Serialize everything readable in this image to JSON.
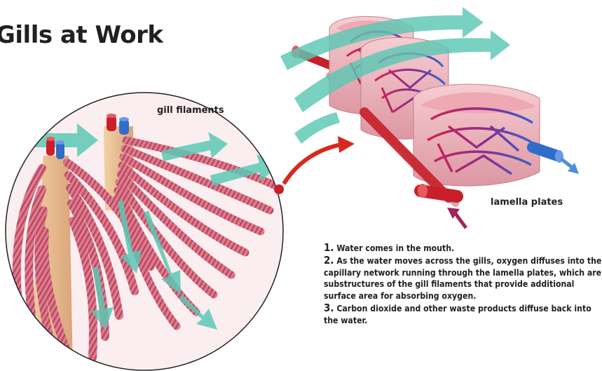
{
  "title": "Gills at Work",
  "labels": {
    "gill_filaments": "gill filaments",
    "lamella_plates": "lamella plates"
  },
  "steps": [
    {
      "number": "1.",
      "text": "Water comes in the mouth."
    },
    {
      "number": "2.",
      "text": "As the water moves across the gills, oxygen diffuses into the capillary network running through the lamella plates, which are substructures of the gill filaments that provide additional surface area for absorbing oxygen."
    },
    {
      "number": "3.",
      "text": "Carbon dioxide and other waste products diffuse back into the water."
    }
  ],
  "colors": {
    "filament": "#d9687e",
    "filament_dark": "#a8384f",
    "water_arrow": "#5cc8b4",
    "lamella_plate": "#f0b6bd",
    "artery_red": "#c8202a",
    "vein_blue": "#2f6dc9",
    "capillary_purple": "#8b2c8f",
    "callout_arrow": "#d62a20",
    "inflow_arrow": "#a2235e",
    "outflow_arrow": "#4e8fdc"
  },
  "icons": [
    "water-flow-arrow",
    "callout-arrow",
    "blood-inflow-arrow",
    "blood-outflow-arrow"
  ]
}
